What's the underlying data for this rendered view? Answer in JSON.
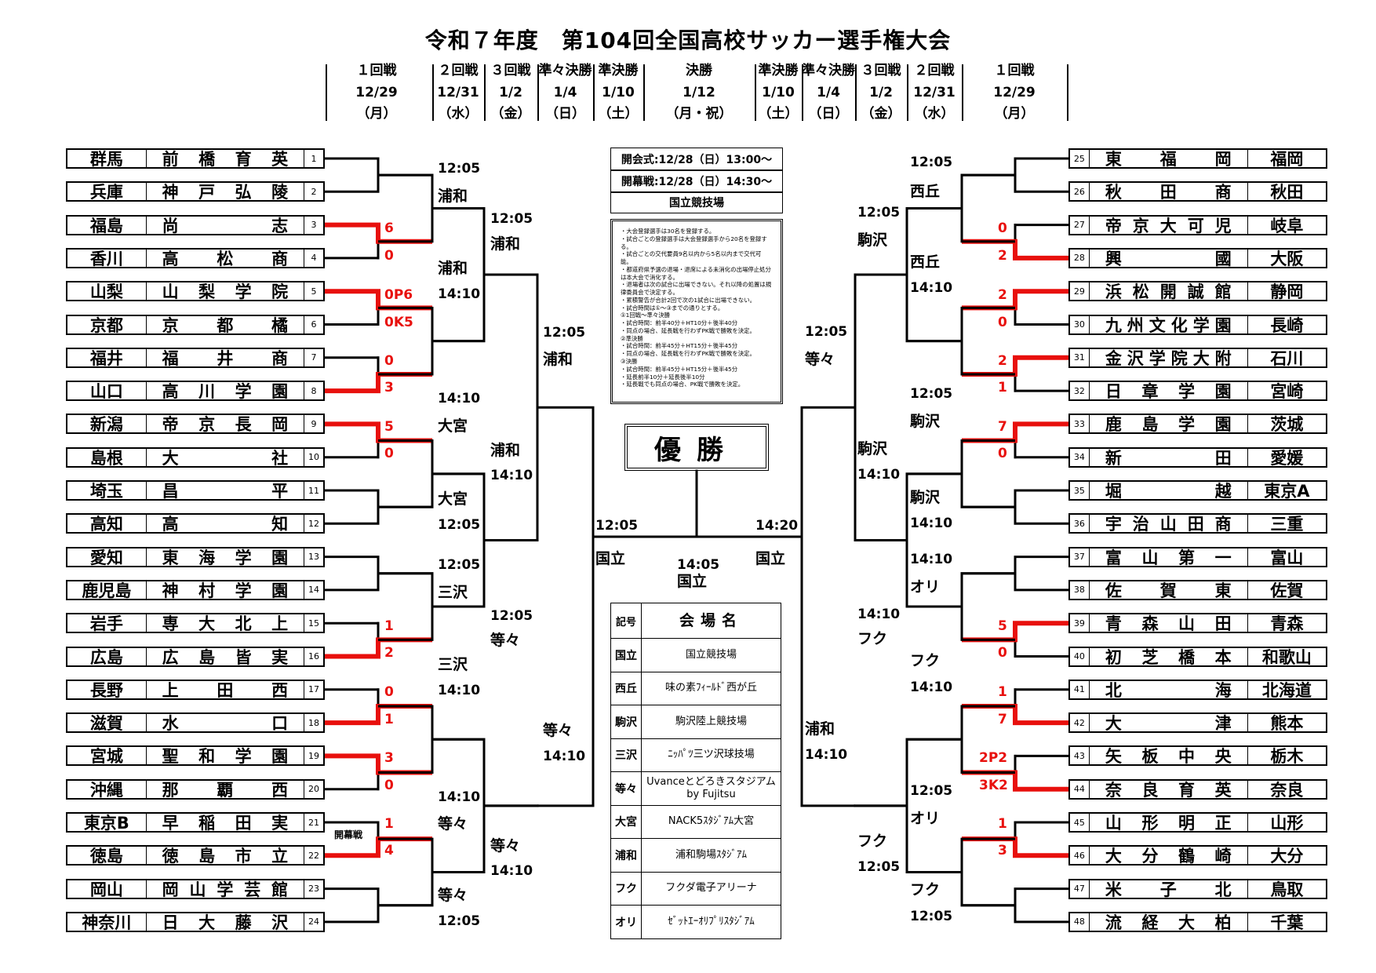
{
  "title": "令和７年度　第104回全国高校サッカー選手権大会",
  "rounds_left": [
    {
      "name": "１回戦",
      "date": "12/29",
      "day": "（月）"
    },
    {
      "name": "２回戦",
      "date": "12/31",
      "day": "（水）"
    },
    {
      "name": "３回戦",
      "date": "1/2",
      "day": "（金）"
    },
    {
      "name": "準々決勝",
      "date": "1/4",
      "day": "（日）"
    },
    {
      "name": "準決勝",
      "date": "1/10",
      "day": "（土）"
    }
  ],
  "round_final": {
    "name": "決勝",
    "date": "1/12",
    "day": "（月・祝）"
  },
  "rounds_right": [
    {
      "name": "準決勝",
      "date": "1/10",
      "day": "（土）"
    },
    {
      "name": "準々決勝",
      "date": "1/4",
      "day": "（日）"
    },
    {
      "name": "３回戦",
      "date": "1/2",
      "day": "（金）"
    },
    {
      "name": "２回戦",
      "date": "12/31",
      "day": "（水）"
    },
    {
      "name": "１回戦",
      "date": "12/29",
      "day": "（月）"
    }
  ],
  "teams_left": [
    {
      "pref": "群馬",
      "school": "前橋育英",
      "num": "1"
    },
    {
      "pref": "兵庫",
      "school": "神戸弘陵",
      "num": "2"
    },
    {
      "pref": "福島",
      "school": "尚志",
      "num": "3"
    },
    {
      "pref": "香川",
      "school": "高松商",
      "num": "4"
    },
    {
      "pref": "山梨",
      "school": "山梨学院",
      "num": "5"
    },
    {
      "pref": "京都",
      "school": "京都橘",
      "num": "6"
    },
    {
      "pref": "福井",
      "school": "福井商",
      "num": "7"
    },
    {
      "pref": "山口",
      "school": "高川学園",
      "num": "8"
    },
    {
      "pref": "新潟",
      "school": "帝京長岡",
      "num": "9"
    },
    {
      "pref": "島根",
      "school": "大社",
      "num": "10"
    },
    {
      "pref": "埼玉",
      "school": "昌平",
      "num": "11"
    },
    {
      "pref": "高知",
      "school": "高知",
      "num": "12"
    },
    {
      "pref": "愛知",
      "school": "東海学園",
      "num": "13"
    },
    {
      "pref": "鹿児島",
      "school": "神村学園",
      "num": "14"
    },
    {
      "pref": "岩手",
      "school": "専大北上",
      "num": "15"
    },
    {
      "pref": "広島",
      "school": "広島皆実",
      "num": "16"
    },
    {
      "pref": "長野",
      "school": "上田西",
      "num": "17"
    },
    {
      "pref": "滋賀",
      "school": "水口",
      "num": "18"
    },
    {
      "pref": "宮城",
      "school": "聖和学園",
      "num": "19"
    },
    {
      "pref": "沖縄",
      "school": "那覇西",
      "num": "20"
    },
    {
      "pref": "東京B",
      "school": "早稲田実",
      "num": "21"
    },
    {
      "pref": "徳島",
      "school": "徳島市立",
      "num": "22"
    },
    {
      "pref": "岡山",
      "school": "岡山学芸館",
      "num": "23"
    },
    {
      "pref": "神奈川",
      "school": "日大藤沢",
      "num": "24"
    }
  ],
  "teams_right": [
    {
      "num": "25",
      "school": "東福岡",
      "pref": "福岡"
    },
    {
      "num": "26",
      "school": "秋田商",
      "pref": "秋田"
    },
    {
      "num": "27",
      "school": "帝京大可児",
      "pref": "岐阜"
    },
    {
      "num": "28",
      "school": "興國",
      "pref": "大阪"
    },
    {
      "num": "29",
      "school": "浜松開誠館",
      "pref": "静岡"
    },
    {
      "num": "30",
      "school": "九州文化学園",
      "pref": "長崎"
    },
    {
      "num": "31",
      "school": "金沢学院大附",
      "pref": "石川"
    },
    {
      "num": "32",
      "school": "日章学園",
      "pref": "宮崎"
    },
    {
      "num": "33",
      "school": "鹿島学園",
      "pref": "茨城"
    },
    {
      "num": "34",
      "school": "新田",
      "pref": "愛媛"
    },
    {
      "num": "35",
      "school": "堀越",
      "pref": "東京A"
    },
    {
      "num": "36",
      "school": "宇治山田商",
      "pref": "三重"
    },
    {
      "num": "37",
      "school": "富山第一",
      "pref": "富山"
    },
    {
      "num": "38",
      "school": "佐賀東",
      "pref": "佐賀"
    },
    {
      "num": "39",
      "school": "青森山田",
      "pref": "青森"
    },
    {
      "num": "40",
      "school": "初芝橋本",
      "pref": "和歌山"
    },
    {
      "num": "41",
      "school": "北海",
      "pref": "北海道"
    },
    {
      "num": "42",
      "school": "大津",
      "pref": "熊本"
    },
    {
      "num": "43",
      "school": "矢板中央",
      "pref": "栃木"
    },
    {
      "num": "44",
      "school": "奈良育英",
      "pref": "奈良"
    },
    {
      "num": "45",
      "school": "山形明正",
      "pref": "山形"
    },
    {
      "num": "46",
      "school": "大分鶴崎",
      "pref": "大分"
    },
    {
      "num": "47",
      "school": "米子北",
      "pref": "鳥取"
    },
    {
      "num": "48",
      "school": "流経大柏",
      "pref": "千葉"
    }
  ],
  "info": {
    "opening_ceremony": "開会式:12/28（日）13:00～",
    "opening_match": "開幕戦:12/28（日）14:30～",
    "stadium": "国立競技場",
    "rules": [
      "・大会登録選手は30名を登録する。",
      "・試合ごとの登録選手は大会登録選手から20名を登録する。",
      "・試合ごとの交代要員9名以内から5名以内まで交代可能。",
      "・都道府県予選の退場・退席による未消化の出場停止処分は本大会で消化する。",
      "・退場者は次の試合に出場できない。それ以降の処置は規律委員会で決定する。",
      "・累積警告が合計2回で次の1試合に出場できない。",
      "・試合時間は①～③までの通りとする。",
      "①1回戦～準々決勝",
      "・試合時間：前半40分＋HT10分＋後半40分",
      "・同点の場合、延長戦を行わずPK戦で勝敗を決定。",
      "②準決勝",
      "・試合時間：前半45分＋HT15分＋後半45分",
      "・同点の場合、延長戦を行わずPK戦で勝敗を決定。",
      "③決勝",
      "・試合時間：前半45分＋HT15分＋後半45分",
      "・延長前半10分＋延長後半10分",
      "・延長戦でも同点の場合、PK戦で勝敗を決定。"
    ]
  },
  "champion_label": "優勝",
  "venue_table": {
    "header": {
      "code": "記号",
      "name": "会場名"
    },
    "rows": [
      {
        "code": "国立",
        "name": "国立競技場"
      },
      {
        "code": "西丘",
        "name": "味の素ﾌｨｰﾙﾄﾞ西が丘"
      },
      {
        "code": "駒沢",
        "name": "駒沢陸上競技場"
      },
      {
        "code": "三沢",
        "name": "ﾆｯﾊﾟﾂ三ツ沢球技場"
      },
      {
        "code": "等々",
        "name": "Uvanceとどろきスタジアム by Fujitsu"
      },
      {
        "code": "大宮",
        "name": "NACK5ｽﾀｼﾞｱﾑ大宮"
      },
      {
        "code": "浦和",
        "name": "浦和駒場ｽﾀｼﾞｱﾑ"
      },
      {
        "code": "フク",
        "name": "フクダ電子アリーナ"
      },
      {
        "code": "オリ",
        "name": "ｾﾞｯﾄｴｰｵﾘﾌﾟﾘｽﾀｼﾞｱﾑ"
      }
    ]
  },
  "opening_match_label": "開幕戦",
  "colors": {
    "winner_line": "#e8100d",
    "line": "#000000"
  },
  "labels": [
    {
      "t": "12:05",
      "k": "tm"
    },
    {
      "t": "浦和",
      "k": "vn"
    },
    {
      "t": "浦和",
      "k": "vn"
    },
    {
      "t": "14:10",
      "k": "tm"
    },
    {
      "t": "14:10",
      "k": "tm"
    },
    {
      "t": "大宮",
      "k": "vn"
    },
    {
      "t": "大宮",
      "k": "vn"
    },
    {
      "t": "12:05",
      "k": "tm"
    },
    {
      "t": "12:05",
      "k": "tm"
    },
    {
      "t": "三沢",
      "k": "vn"
    },
    {
      "t": "三沢",
      "k": "vn"
    },
    {
      "t": "14:10",
      "k": "tm"
    },
    {
      "t": "14:10",
      "k": "tm"
    },
    {
      "t": "等々",
      "k": "vn"
    },
    {
      "t": "等々",
      "k": "vn"
    },
    {
      "t": "12:05",
      "k": "tm"
    },
    {
      "t": "12:05",
      "k": "tm"
    },
    {
      "t": "浦和",
      "k": "vn"
    },
    {
      "t": "浦和",
      "k": "vn"
    },
    {
      "t": "14:10",
      "k": "tm"
    },
    {
      "t": "12:05",
      "k": "tm"
    },
    {
      "t": "等々",
      "k": "vn"
    },
    {
      "t": "等々",
      "k": "vn"
    },
    {
      "t": "14:10",
      "k": "tm"
    },
    {
      "t": "12:05",
      "k": "tm"
    },
    {
      "t": "浦和",
      "k": "vn"
    },
    {
      "t": "等々",
      "k": "vn"
    },
    {
      "t": "14:10",
      "k": "tm"
    },
    {
      "t": "12:05",
      "k": "tm"
    },
    {
      "t": "国立",
      "k": "vn"
    },
    {
      "t": "14:20",
      "k": "tm"
    },
    {
      "t": "国立",
      "k": "vn"
    },
    {
      "t": "14:05",
      "k": "tm"
    },
    {
      "t": "国立",
      "k": "vn"
    },
    {
      "t": "12:05",
      "k": "tm"
    },
    {
      "t": "西丘",
      "k": "vn"
    },
    {
      "t": "西丘",
      "k": "vn"
    },
    {
      "t": "14:10",
      "k": "tm"
    },
    {
      "t": "12:05",
      "k": "tm"
    },
    {
      "t": "駒沢",
      "k": "vn"
    },
    {
      "t": "駒沢",
      "k": "vn"
    },
    {
      "t": "14:10",
      "k": "tm"
    },
    {
      "t": "14:10",
      "k": "tm"
    },
    {
      "t": "オリ",
      "k": "vn"
    },
    {
      "t": "フク",
      "k": "vn"
    },
    {
      "t": "14:10",
      "k": "tm"
    },
    {
      "t": "12:05",
      "k": "tm"
    },
    {
      "t": "オリ",
      "k": "vn"
    },
    {
      "t": "フク",
      "k": "vn"
    },
    {
      "t": "12:05",
      "k": "tm"
    },
    {
      "t": "12:05",
      "k": "tm"
    },
    {
      "t": "駒沢",
      "k": "vn"
    },
    {
      "t": "駒沢",
      "k": "vn"
    },
    {
      "t": "14:10",
      "k": "tm"
    },
    {
      "t": "14:10",
      "k": "tm"
    },
    {
      "t": "フク",
      "k": "vn"
    },
    {
      "t": "フク",
      "k": "vn"
    },
    {
      "t": "12:05",
      "k": "tm"
    },
    {
      "t": "12:05",
      "k": "tm"
    },
    {
      "t": "等々",
      "k": "vn"
    },
    {
      "t": "浦和",
      "k": "vn"
    },
    {
      "t": "14:10",
      "k": "tm"
    }
  ],
  "scores": [
    "6",
    "0",
    "0P6",
    "0K5",
    "0",
    "3",
    "5",
    "0",
    "1",
    "2",
    "0",
    "1",
    "3",
    "0",
    "1",
    "4",
    "0",
    "2",
    "2",
    "0",
    "2",
    "1",
    "7",
    "0",
    "5",
    "0",
    "1",
    "7",
    "2P2",
    "3K2",
    "1",
    "3"
  ]
}
